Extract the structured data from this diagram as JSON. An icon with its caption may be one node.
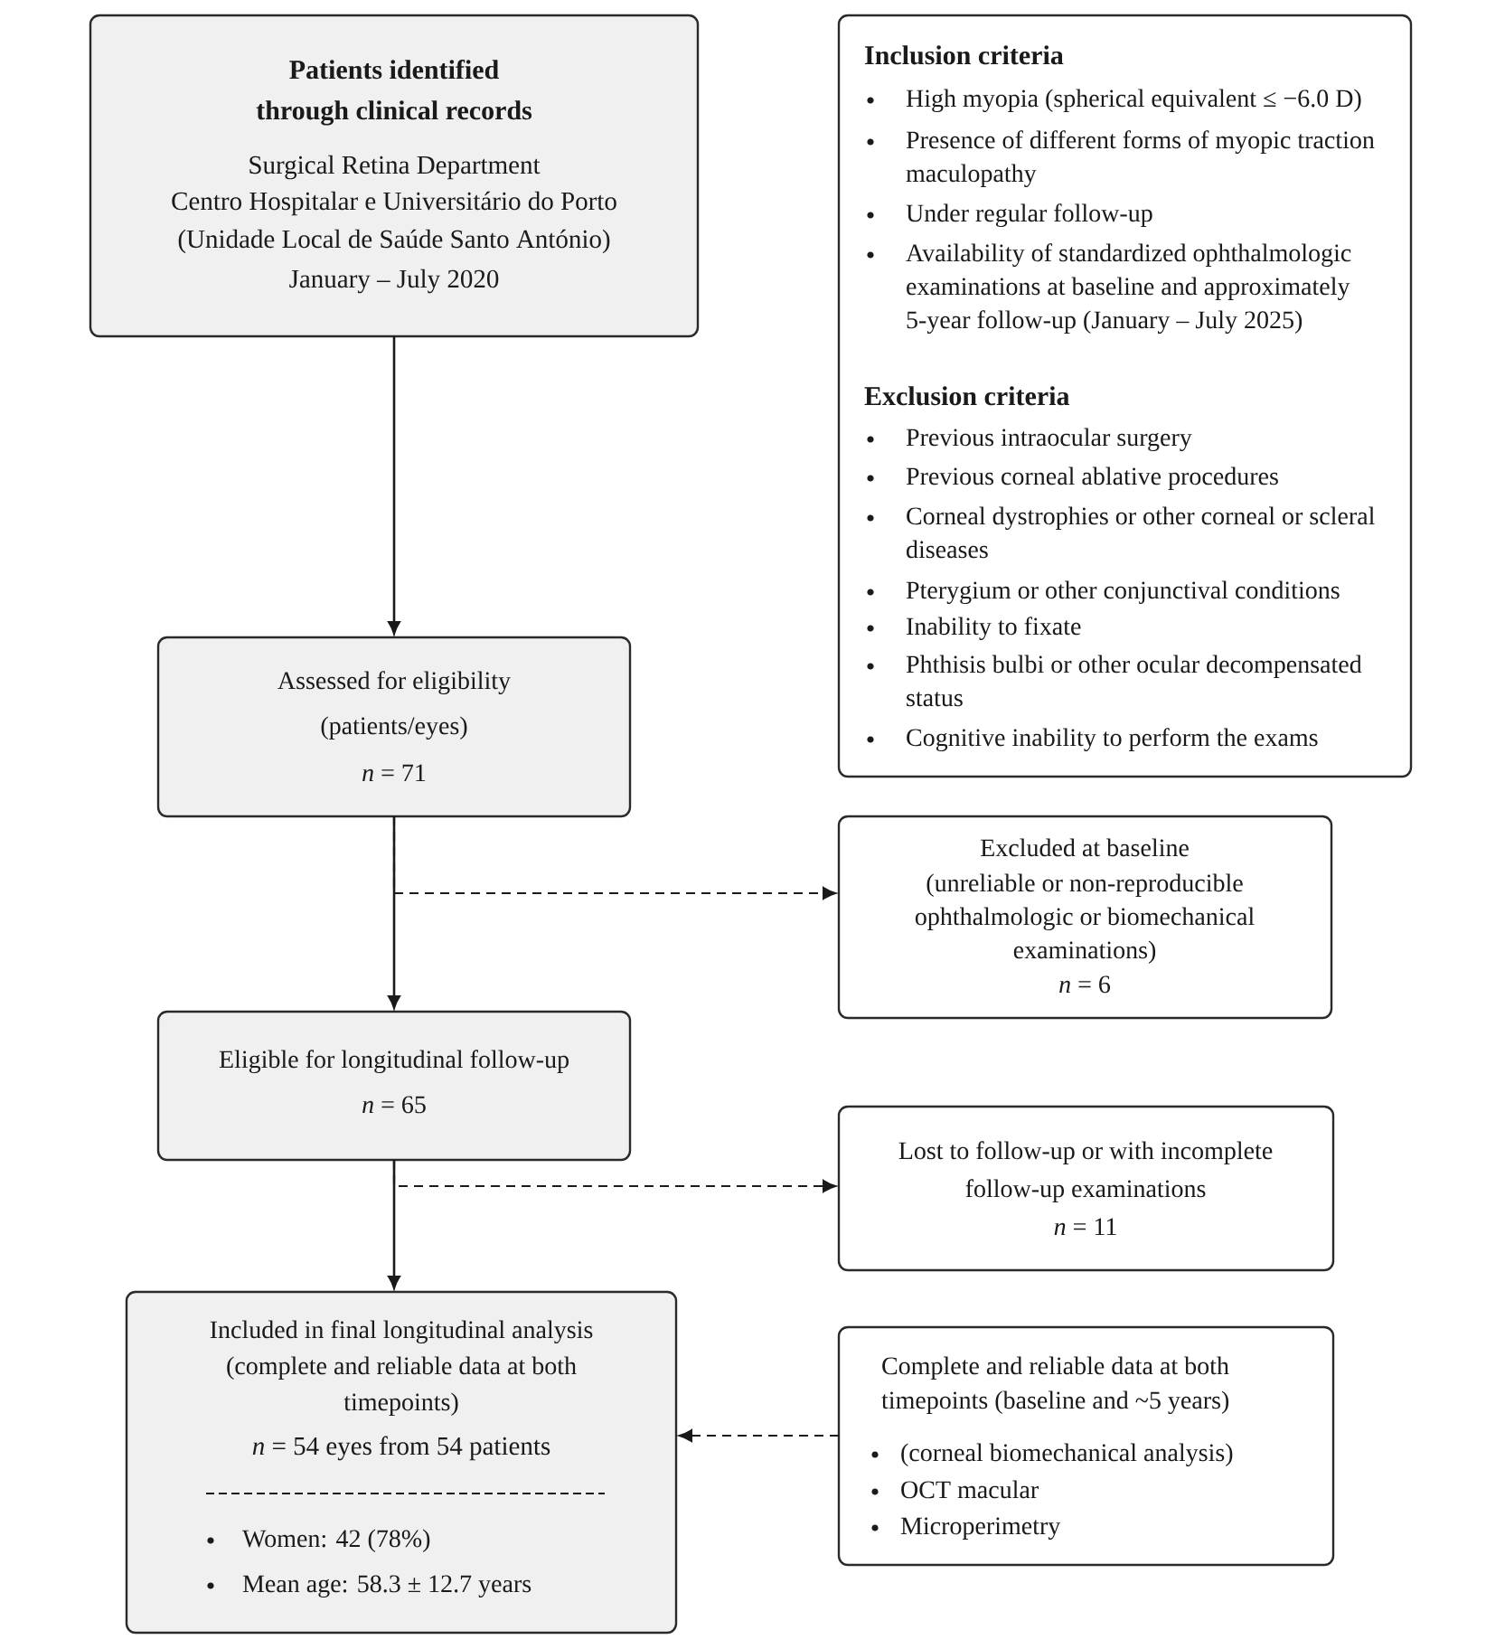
{
  "diagram": {
    "nodes": [
      {
        "text": [
          "Patients identified through clinical records",
          "Surgical Retina Department",
          "Centro Hospitalar e Universitário do Porto",
          "(Unidade Local de Saúde Santo António)",
          "January – July 2020"
        ]
      },
      {
        "text": [
          "Inclusion criteria",
          "High myopia (spherical equivalent ≤ −6.0 D)",
          "Presence of different forms of myopic traction maculopathy",
          "Under regular follow-up",
          "Availability of standardized ophthalmologic examinations at baseline and approximately 5-year follow-up (January – July 2025)",
          "Exclusion criteria",
          "Previous intraocular surgery",
          "Previous corneal ablative procedures",
          "Corneal dystrophies or other corneal or scleral diseases",
          "Pterygium or other conjunctival conditions",
          "Inability to fixate",
          "Phthisis bulbi or other ocular decompensated status",
          "Cognitive inability to perform the exams"
        ]
      },
      {
        "text": [
          "Assessed for eligibility (patients/eyes)",
          "*n* = 71"
        ]
      },
      {
        "text": [
          "Excluded at baseline",
          "(unreliable or non-reproducible ophthalmologic or biomechanical examinations)",
          "*n* = 6"
        ]
      },
      {
        "text": [
          "Eligible for longitudinal follow-up",
          "*n* = 65"
        ]
      },
      {
        "text": [
          "Lost to follow-up or with incomplete follow-up examinations",
          "*n* = 11"
        ]
      },
      {
        "text": [
          "Included in final longitudinal analysis (complete and reliable data at both timepoints)",
          "*n* = 54 eyes from 54 patients",
          "Women: 42 (78%)",
          "Mean age: 58.3 ± 12.7 years"
        ]
      },
      {
        "text": [
          "Complete and reliable data at both timepoints (baseline and ~5 years)",
          "(corneal biomechanical analysis)",
          "OCT macular",
          "Microperimetry"
        ]
      }
    ],
    "edges": [
      {
        "from": 0,
        "to": 2,
        "arrow": "to"
      },
      {
        "from": 2,
        "to": 3,
        "arrow": "to",
        "style": "dashed"
      },
      {
        "from": 2,
        "to": 4,
        "arrow": "to"
      },
      {
        "from": 4,
        "to": 5,
        "arrow": "to",
        "style": "dashed"
      },
      {
        "from": 4,
        "to": 6,
        "arrow": "to"
      },
      {
        "from": 7,
        "to": 6,
        "arrow": "to",
        "style": "dashed"
      }
    ]
  }
}
